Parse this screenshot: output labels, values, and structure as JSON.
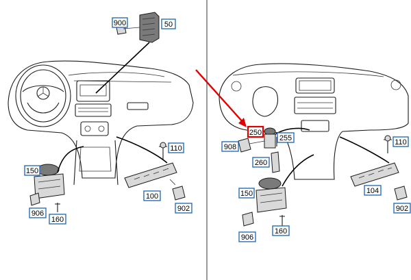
{
  "colors": {
    "callout_border": "#2a6fb5",
    "highlight_border": "#e00000",
    "arrow": "#e00000",
    "divider": "#555555"
  },
  "left_panel": {
    "callouts": {
      "c900": "900",
      "c50": "50",
      "c110": "110",
      "c150": "150",
      "c100": "100",
      "c902": "902",
      "c906": "906",
      "c160": "160"
    }
  },
  "right_panel": {
    "callouts": {
      "c250": "250",
      "c255": "255",
      "c908": "908",
      "c260": "260",
      "c110": "110",
      "c150": "150",
      "c104": "104",
      "c902": "902",
      "c906": "906",
      "c160": "160"
    },
    "highlighted_callout": "250"
  },
  "icons": {
    "steering_wheel": "steering-wheel-icon",
    "star_logo": "star-logo-icon",
    "pointer_arrow": "red-arrow-icon"
  }
}
